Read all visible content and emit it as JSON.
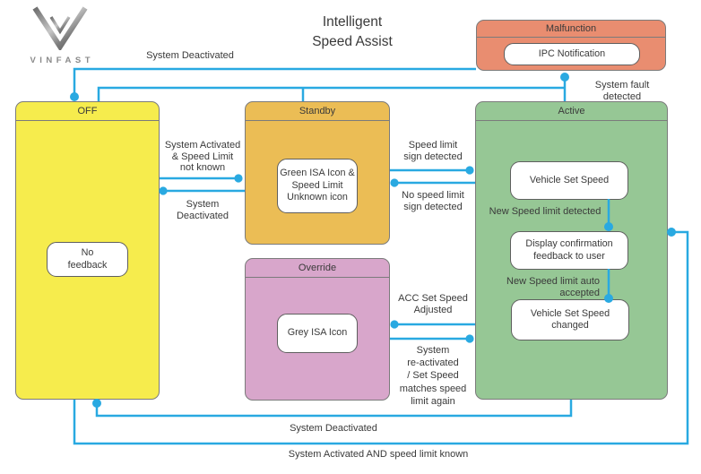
{
  "brand": {
    "name": "VINFAST"
  },
  "title": {
    "line1": "Intelligent",
    "line2": "Speed Assist"
  },
  "colors": {
    "line": "#29A9E1",
    "off": "#F6EC4D",
    "standby": "#EBBD55",
    "override": "#D8A6CB",
    "active": "#96C795",
    "malfunction": "#E98D70"
  },
  "states": {
    "off": {
      "title": "OFF",
      "inner": "No\nfeedback"
    },
    "standby": {
      "title": "Standby",
      "inner": "Green ISA Icon &\nSpeed Limit\nUnknown icon"
    },
    "override": {
      "title": "Override",
      "inner": "Grey ISA Icon"
    },
    "active": {
      "title": "Active",
      "inner1": "Vehicle Set Speed",
      "inner2": "Display confirmation\nfeedback to user",
      "inner3": "Vehicle Set Speed\nchanged"
    },
    "malfunction": {
      "title": "Malfunction",
      "inner": "IPC Notification"
    }
  },
  "transitions": {
    "system_deactivated_top": "System Deactivated",
    "system_fault_detected": "System fault detected",
    "system_activated_speed_limit_not_known": "System Activated\n& Speed Limit\nnot known",
    "system_deactivated_left": "System\nDeactivated",
    "speed_limit_sign_detected": "Speed limit\nsign detected",
    "no_speed_limit_sign_detected": "No speed limit\nsign detected",
    "new_speed_limit_detected": "New Speed limit detected",
    "new_speed_limit_auto_accepted": "New Speed limit auto\naccepted",
    "acc_set_speed_adjusted": "ACC Set Speed\nAdjusted",
    "system_reactivated_set_speed_matches": "System\nre-activated\n/ Set Speed\nmatches speed\nlimit again",
    "system_deactivated_bottom": "System Deactivated",
    "system_activated_and_speed_limit_known": "System Activated AND speed limit known"
  }
}
